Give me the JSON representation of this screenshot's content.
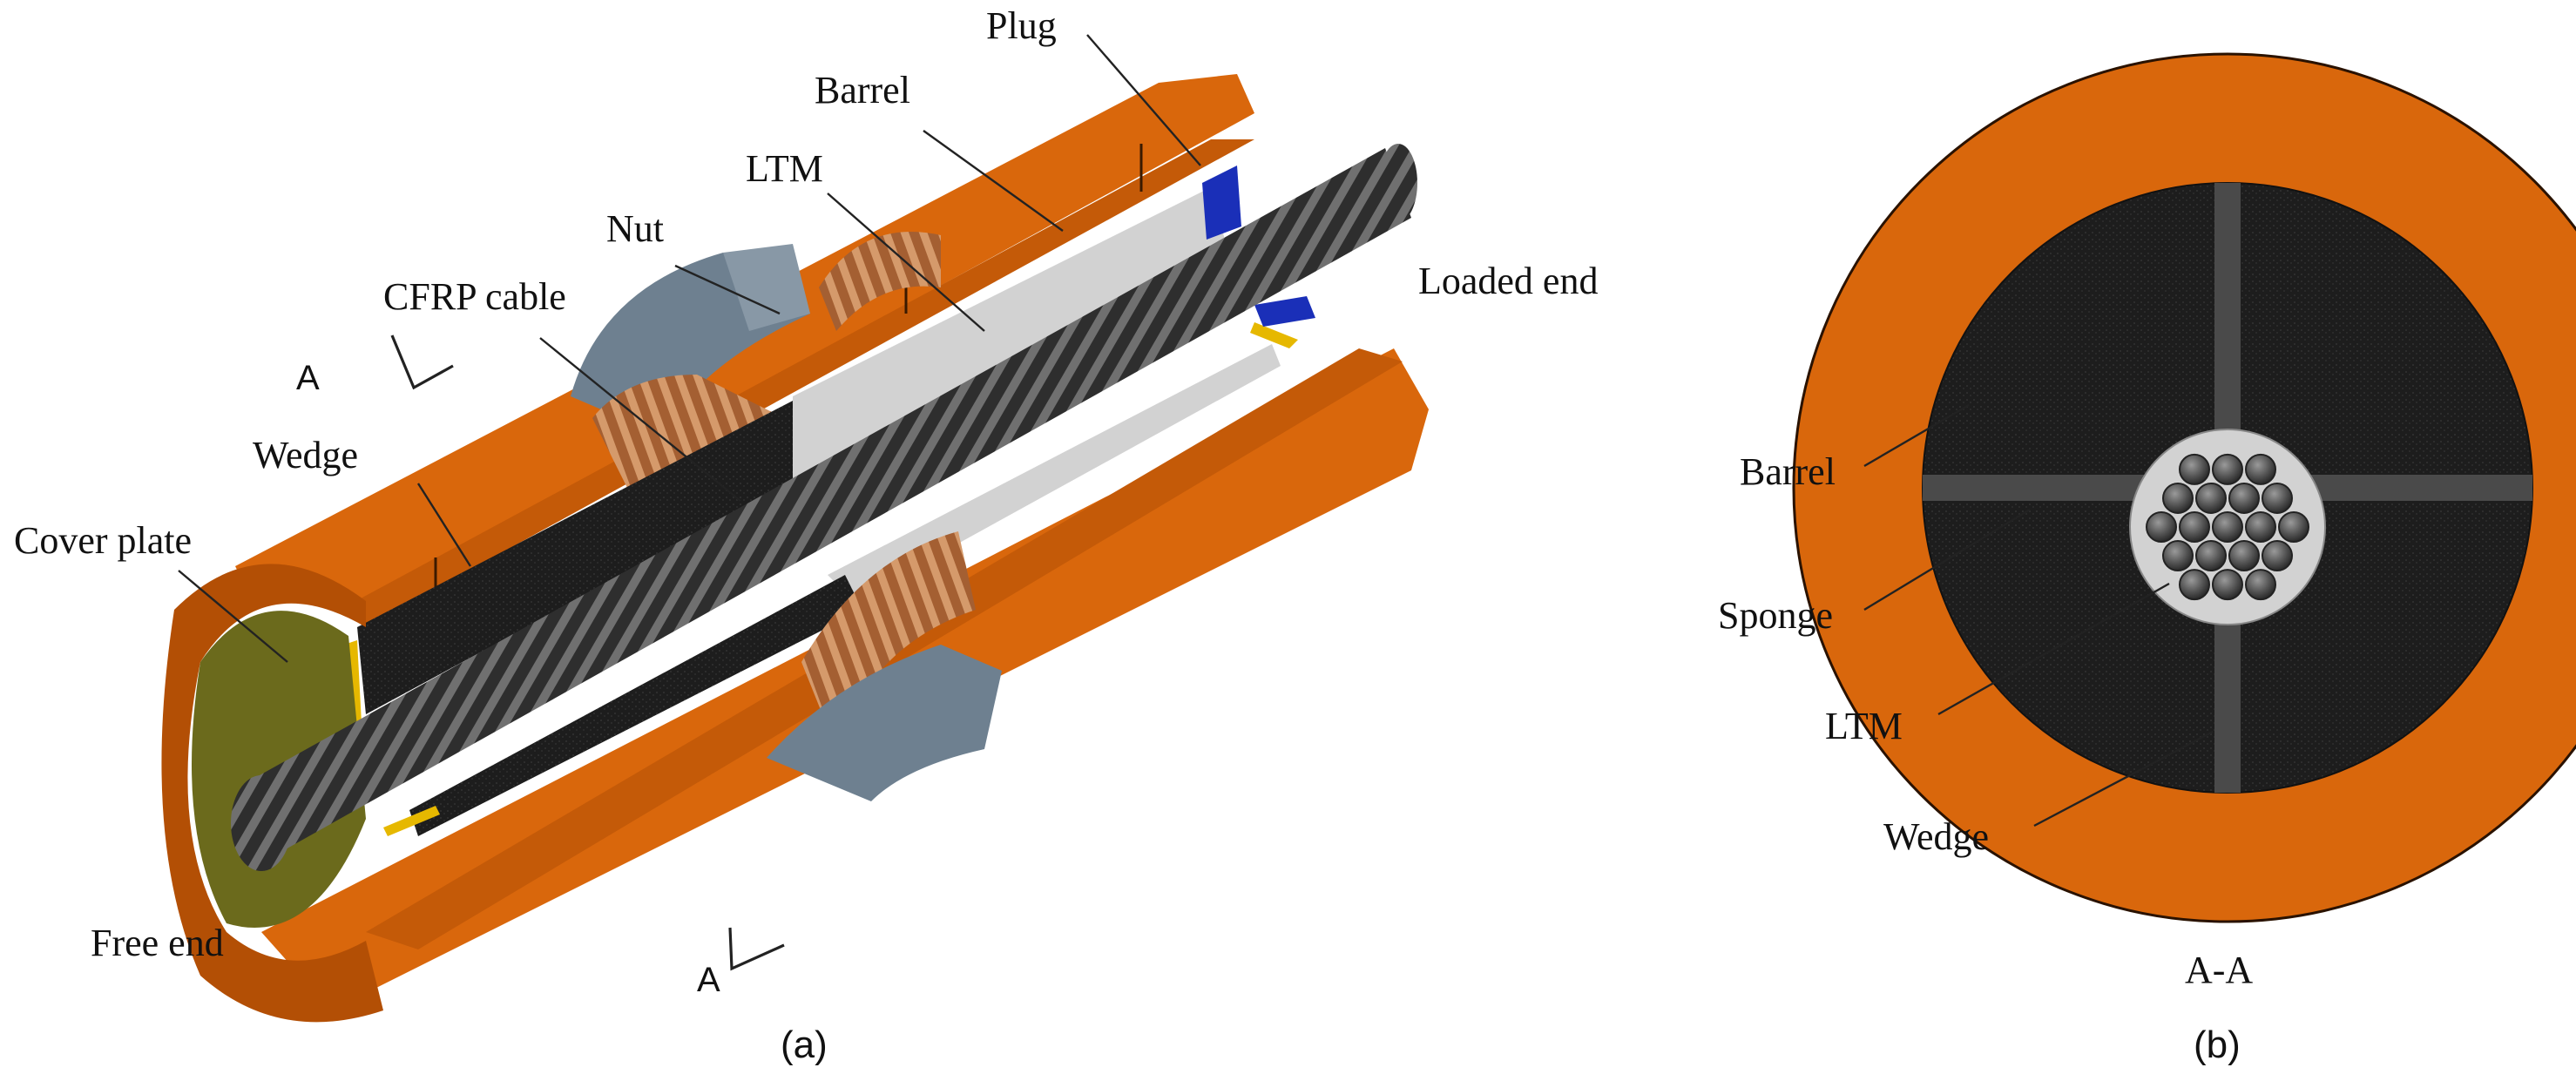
{
  "panel_a": {
    "caption": "(a)",
    "labels": {
      "plug": "Plug",
      "barrel": "Barrel",
      "ltm": "LTM",
      "nut": "Nut",
      "cfrp_cable": "CFRP cable",
      "loaded_end": "Loaded end",
      "wedge": "Wedge",
      "cover_plate": "Cover plate",
      "free_end": "Free end"
    },
    "section_marks": [
      "A",
      "A"
    ]
  },
  "panel_b": {
    "caption": "(b)",
    "section_title": "A-A",
    "labels": {
      "barrel": "Barrel",
      "sponge": "Sponge",
      "ltm": "LTM",
      "wedge": "Wedge"
    }
  },
  "colors": {
    "barrel": "#d9670c",
    "barrel_inner": "#b34f05",
    "wedge": "#1e1e1e",
    "ltm": "#d2d2d2",
    "nut": "#6e8090",
    "thread": "#b06a3a",
    "cover_plate": "#6b6a1c",
    "plug": "#1a2fb8",
    "yellow_strip": "#e6b800",
    "cable": "#3b3b3b",
    "sponge": "#4a4a4a"
  }
}
